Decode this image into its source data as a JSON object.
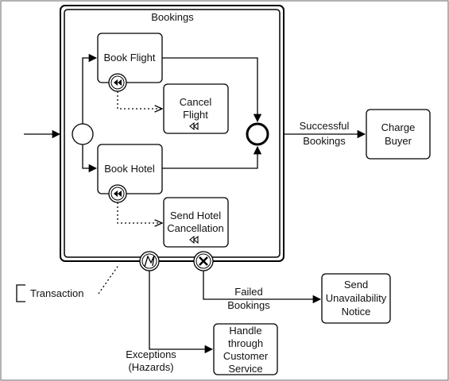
{
  "diagram": {
    "container_title": "Bookings",
    "tasks": {
      "book_flight": "Book Flight",
      "cancel_flight": [
        "Cancel",
        "Flight"
      ],
      "book_hotel": "Book Hotel",
      "send_hotel_cancellation": [
        "Send Hotel",
        "Cancellation"
      ],
      "charge_buyer": [
        "Charge",
        "Buyer"
      ],
      "send_unavailability_notice": [
        "Send",
        "Unavailability",
        "Notice"
      ],
      "handle_customer_service": [
        "Handle",
        "through",
        "Customer",
        "Service"
      ]
    },
    "flow_labels": {
      "successful": [
        "Successful",
        "Bookings"
      ],
      "failed": [
        "Failed",
        "Bookings"
      ],
      "exceptions": [
        "Exceptions",
        "(Hazards)"
      ]
    },
    "annotation": "Transaction"
  }
}
